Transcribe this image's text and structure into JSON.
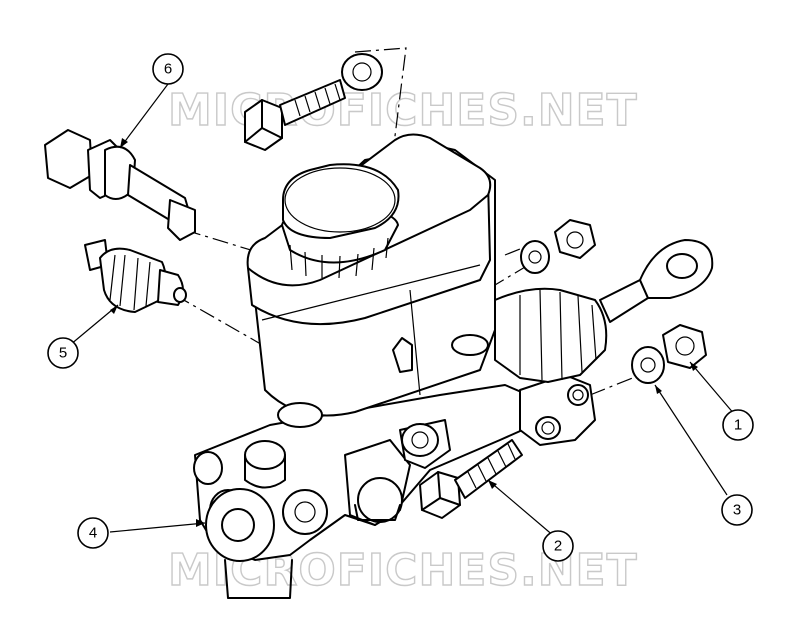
{
  "watermark": {
    "text": "MICROFICHES.NET"
  },
  "callouts": [
    {
      "id": "1",
      "label": "1"
    },
    {
      "id": "2",
      "label": "2"
    },
    {
      "id": "3",
      "label": "3"
    },
    {
      "id": "4",
      "label": "4"
    },
    {
      "id": "5",
      "label": "5"
    },
    {
      "id": "6",
      "label": "6"
    }
  ],
  "icons": {
    "nut": "hex-nut-icon",
    "washer": "washer-icon",
    "bolt": "bolt-icon",
    "sensor": "sensor-icon",
    "switch": "switch-icon"
  }
}
